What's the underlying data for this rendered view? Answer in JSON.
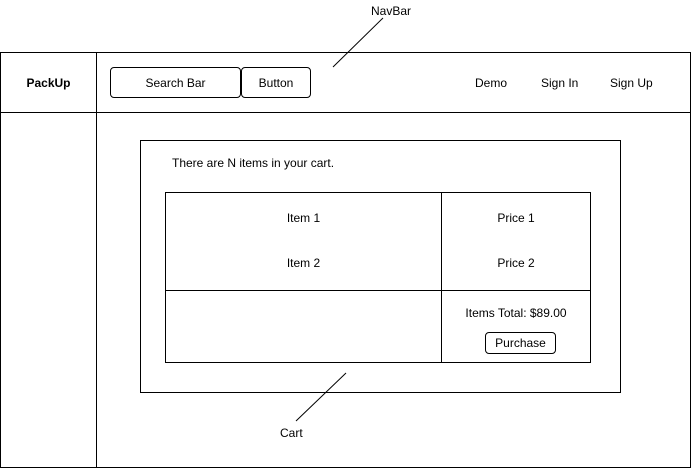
{
  "annotations": {
    "navbar": "NavBar",
    "cart": "Cart"
  },
  "navbar": {
    "logo": "PackUp",
    "search_label": "Search Bar",
    "button_label": "Button",
    "links": [
      "Demo",
      "Sign In",
      "Sign Up"
    ]
  },
  "cart": {
    "summary": "There are N items in your cart.",
    "items": [
      {
        "name": "Item 1",
        "price": "Price 1"
      },
      {
        "name": "Item 2",
        "price": "Price 2"
      }
    ],
    "total": "Items Total: $89.00",
    "purchase_label": "Purchase"
  }
}
